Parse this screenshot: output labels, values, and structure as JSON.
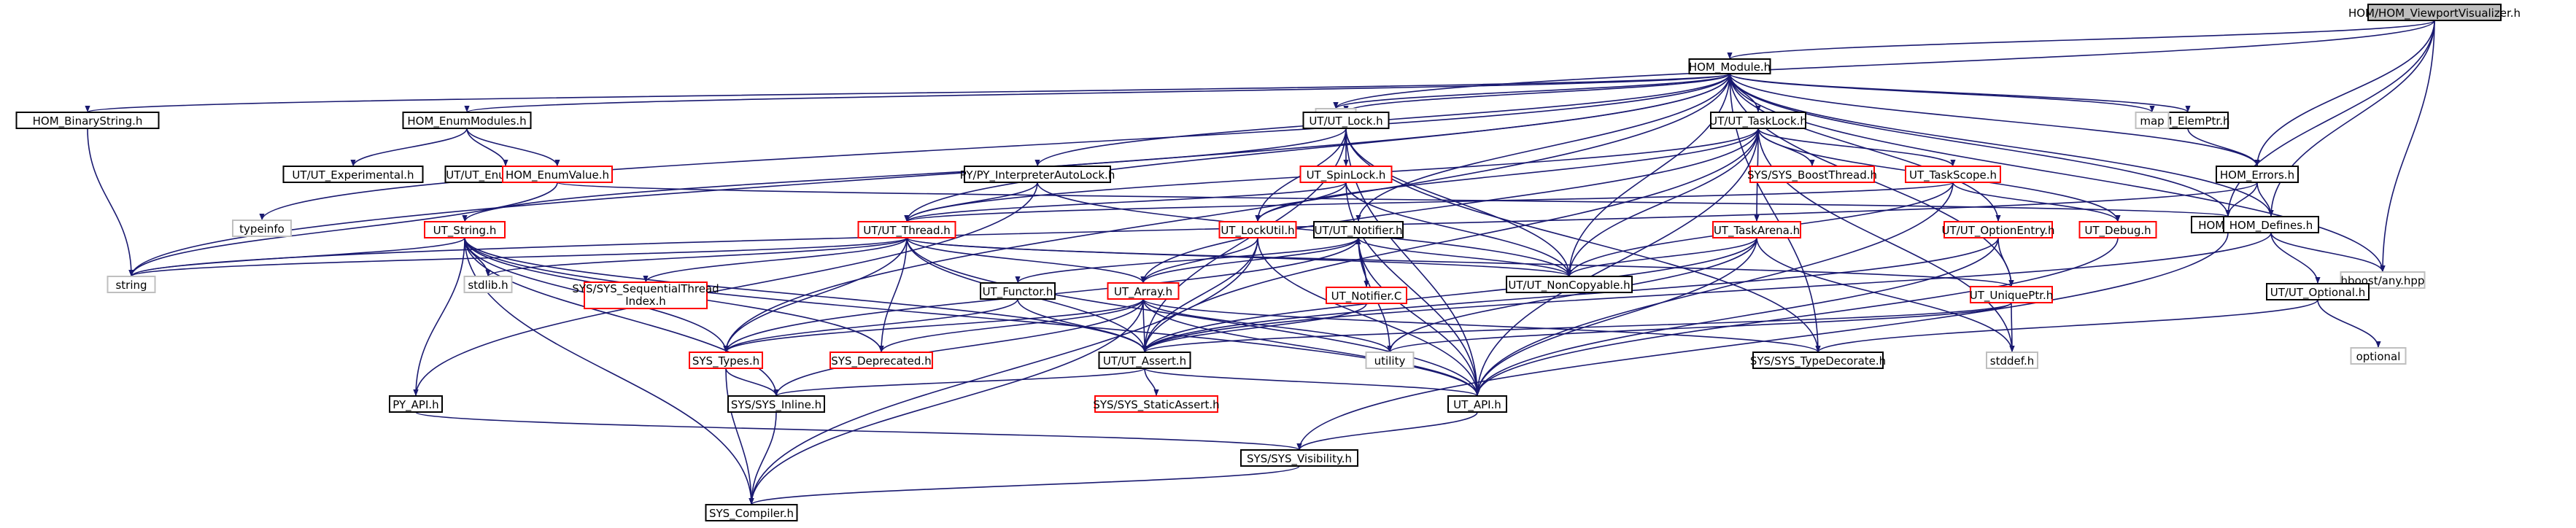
{
  "colors": {
    "edge": "#191970",
    "normal_border": "#000000",
    "normal_fill": "#ffffff",
    "highlight_border": "#000000",
    "highlight_fill": "#bfbfbf",
    "incomplete_border": "#ff0000",
    "system_border": "#bfbfbf",
    "system_text": "#8c8c8c"
  },
  "nodes": {
    "root": {
      "label": "HOM/HOM_ViewportVisualizer.h",
      "style": "highlight"
    },
    "hom_module": {
      "label": "HOM_Module.h",
      "style": "normal"
    },
    "vector": {
      "label": "vector",
      "style": "system"
    },
    "hom_api": {
      "label": "HOM_API.h",
      "style": "normal"
    },
    "hom_defines": {
      "label": "HOM_Defines.h",
      "style": "normal"
    },
    "hom_errors": {
      "label": "HOM_Errors.h",
      "style": "normal"
    },
    "hboost_any": {
      "label": "hboost/any.hpp",
      "style": "system"
    },
    "hom_binarystring": {
      "label": "HOM_BinaryString.h",
      "style": "normal"
    },
    "hom_enummodules": {
      "label": "HOM_EnumModules.h",
      "style": "normal"
    },
    "ut_experimental": {
      "label": "UT/UT_Experimental.h",
      "style": "normal"
    },
    "ut_enummacros": {
      "label": "UT/UT_EnumMacros.h",
      "style": "normal"
    },
    "hom_enumvalue": {
      "label": "HOM_EnumValue.h",
      "style": "incomplete"
    },
    "typeinfo": {
      "label": "typeinfo",
      "style": "system"
    },
    "string": {
      "label": "string",
      "style": "system"
    },
    "ut_lock": {
      "label": "UT/UT_Lock.h",
      "style": "normal"
    },
    "py_interpreterautolock": {
      "label": "PY/PY_InterpreterAutoLock.h",
      "style": "normal"
    },
    "ut_spinlock": {
      "label": "UT_SpinLock.h",
      "style": "incomplete"
    },
    "ut_tasklock": {
      "label": "UT/UT_TaskLock.h",
      "style": "normal"
    },
    "sys_boostthread": {
      "label": "SYS/SYS_BoostThread.h",
      "style": "incomplete"
    },
    "ut_taskscope": {
      "label": "UT_TaskScope.h",
      "style": "incomplete"
    },
    "hom_elemptr": {
      "label": "HOM_ElemPtr.h",
      "style": "normal"
    },
    "map": {
      "label": "map",
      "style": "system"
    },
    "ut_string": {
      "label": "UT_String.h",
      "style": "incomplete"
    },
    "ut_thread": {
      "label": "UT/UT_Thread.h",
      "style": "incomplete"
    },
    "ut_lockutil": {
      "label": "UT_LockUtil.h",
      "style": "incomplete"
    },
    "ut_notifier": {
      "label": "UT/UT_Notifier.h",
      "style": "normal"
    },
    "ut_taskarena": {
      "label": "UT_TaskArena.h",
      "style": "incomplete"
    },
    "ut_optionentry": {
      "label": "UT/UT_OptionEntry.h",
      "style": "incomplete"
    },
    "ut_debug": {
      "label": "UT_Debug.h",
      "style": "incomplete"
    },
    "stdlib": {
      "label": "stdlib.h",
      "style": "system"
    },
    "sys_sequentialthreadindex": {
      "label": "SYS/SYS_SequentialThread\nIndex.h",
      "style": "incomplete"
    },
    "ut_noncopyable": {
      "label": "UT/UT_NonCopyable.h",
      "style": "normal"
    },
    "ut_functor": {
      "label": "UT_Functor.h",
      "style": "normal"
    },
    "ut_array": {
      "label": "UT_Array.h",
      "style": "incomplete"
    },
    "ut_notifierc": {
      "label": "UT_Notifier.C",
      "style": "incomplete"
    },
    "ut_uniqueptr": {
      "label": "UT_UniquePtr.h",
      "style": "incomplete"
    },
    "ut_optional": {
      "label": "UT/UT_Optional.h",
      "style": "normal"
    },
    "sys_types": {
      "label": "SYS_Types.h",
      "style": "incomplete"
    },
    "sys_deprecated": {
      "label": "SYS_Deprecated.h",
      "style": "incomplete"
    },
    "ut_assert": {
      "label": "UT/UT_Assert.h",
      "style": "normal"
    },
    "utility": {
      "label": "utility",
      "style": "system"
    },
    "sys_typedecorate": {
      "label": "SYS/SYS_TypeDecorate.h",
      "style": "normal"
    },
    "stddef": {
      "label": "stddef.h",
      "style": "system"
    },
    "optional": {
      "label": "optional",
      "style": "system"
    },
    "py_api": {
      "label": "PY_API.h",
      "style": "normal"
    },
    "sys_inline": {
      "label": "SYS/SYS_Inline.h",
      "style": "normal"
    },
    "sys_staticassert": {
      "label": "SYS/SYS_StaticAssert.h",
      "style": "incomplete"
    },
    "ut_api": {
      "label": "UT_API.h",
      "style": "normal"
    },
    "sys_visibility": {
      "label": "SYS/SYS_Visibility.h",
      "style": "normal"
    },
    "sys_compiler": {
      "label": "SYS_Compiler.h",
      "style": "normal"
    }
  },
  "edges": [
    [
      "root",
      "hom_module"
    ],
    [
      "root",
      "vector"
    ],
    [
      "root",
      "hom_api"
    ],
    [
      "root",
      "hom_defines"
    ],
    [
      "root",
      "hom_errors"
    ],
    [
      "root",
      "hboost_any"
    ],
    [
      "hom_module",
      "hom_binarystring"
    ],
    [
      "hom_module",
      "hom_enummodules"
    ],
    [
      "hom_module",
      "ut_lock"
    ],
    [
      "hom_module",
      "py_interpreterautolock"
    ],
    [
      "hom_module",
      "ut_tasklock"
    ],
    [
      "hom_module",
      "hom_elemptr"
    ],
    [
      "hom_module",
      "map"
    ],
    [
      "hom_module",
      "vector"
    ],
    [
      "hom_module",
      "hom_errors"
    ],
    [
      "hom_module",
      "hom_api"
    ],
    [
      "hom_module",
      "hom_defines"
    ],
    [
      "hom_module",
      "string"
    ],
    [
      "hom_module",
      "typeinfo"
    ],
    [
      "hom_module",
      "ut_thread"
    ],
    [
      "hom_module",
      "ut_notifier"
    ],
    [
      "hom_module",
      "ut_noncopyable"
    ],
    [
      "hom_module",
      "ut_optionentry"
    ],
    [
      "hom_module",
      "ut_uniqueptr"
    ],
    [
      "hom_module",
      "sys_types"
    ],
    [
      "hom_module",
      "sys_typedecorate"
    ],
    [
      "hom_module",
      "hboost_any"
    ],
    [
      "hom_binarystring",
      "string"
    ],
    [
      "hom_enummodules",
      "ut_experimental"
    ],
    [
      "hom_enummodules",
      "ut_enummacros"
    ],
    [
      "hom_enummodules",
      "hom_enumvalue"
    ],
    [
      "hom_enumvalue",
      "hom_api"
    ],
    [
      "hom_enumvalue",
      "string"
    ],
    [
      "ut_lock",
      "ut_spinlock"
    ],
    [
      "ut_lock",
      "ut_lockutil"
    ],
    [
      "ut_lock",
      "ut_noncopyable"
    ],
    [
      "ut_lock",
      "ut_assert"
    ],
    [
      "ut_lock",
      "ut_api"
    ],
    [
      "ut_lock",
      "ut_string"
    ],
    [
      "ut_lock",
      "sys_typedecorate"
    ],
    [
      "py_interpreterautolock",
      "ut_thread"
    ],
    [
      "py_interpreterautolock",
      "py_api"
    ],
    [
      "py_interpreterautolock",
      "ut_noncopyable"
    ],
    [
      "ut_spinlock",
      "ut_thread"
    ],
    [
      "ut_spinlock",
      "ut_lockutil"
    ],
    [
      "ut_spinlock",
      "ut_noncopyable"
    ],
    [
      "ut_spinlock",
      "ut_api"
    ],
    [
      "ut_tasklock",
      "sys_boostthread"
    ],
    [
      "ut_tasklock",
      "ut_taskscope"
    ],
    [
      "ut_tasklock",
      "ut_taskarena"
    ],
    [
      "ut_tasklock",
      "ut_debug"
    ],
    [
      "ut_tasklock",
      "ut_lockutil"
    ],
    [
      "ut_tasklock",
      "ut_noncopyable"
    ],
    [
      "ut_tasklock",
      "ut_assert"
    ],
    [
      "ut_tasklock",
      "ut_api"
    ],
    [
      "ut_tasklock",
      "ut_array"
    ],
    [
      "ut_tasklock",
      "stddef"
    ],
    [
      "ut_tasklock",
      "ut_thread"
    ],
    [
      "ut_taskscope",
      "ut_thread"
    ],
    [
      "ut_taskscope",
      "ut_debug"
    ],
    [
      "ut_taskscope",
      "ut_noncopyable"
    ],
    [
      "ut_taskscope",
      "ut_api"
    ],
    [
      "hom_elemptr",
      "hom_errors"
    ],
    [
      "hom_errors",
      "hom_api"
    ],
    [
      "hom_errors",
      "hom_defines"
    ],
    [
      "hom_errors",
      "string"
    ],
    [
      "hom_defines",
      "hboost_any"
    ],
    [
      "hom_defines",
      "ut_optional"
    ],
    [
      "hom_defines",
      "ut_assert"
    ],
    [
      "ut_string",
      "string"
    ],
    [
      "ut_string",
      "stdlib"
    ],
    [
      "ut_string",
      "sys_types"
    ],
    [
      "ut_string",
      "sys_inline"
    ],
    [
      "ut_string",
      "sys_compiler"
    ],
    [
      "ut_string",
      "sys_deprecated"
    ],
    [
      "ut_string",
      "ut_assert"
    ],
    [
      "ut_string",
      "ut_api"
    ],
    [
      "ut_string",
      "py_api"
    ],
    [
      "ut_thread",
      "stdlib"
    ],
    [
      "ut_thread",
      "sys_sequentialthreadindex"
    ],
    [
      "ut_thread",
      "ut_array"
    ],
    [
      "ut_thread",
      "sys_types"
    ],
    [
      "ut_thread",
      "sys_deprecated"
    ],
    [
      "ut_thread",
      "ut_assert"
    ],
    [
      "ut_thread",
      "ut_api"
    ],
    [
      "ut_thread",
      "ut_noncopyable"
    ],
    [
      "ut_thread",
      "ut_uniqueptr"
    ],
    [
      "ut_thread",
      "string"
    ],
    [
      "ut_lockutil",
      "ut_array"
    ],
    [
      "ut_lockutil",
      "ut_assert"
    ],
    [
      "ut_lockutil",
      "ut_api"
    ],
    [
      "ut_lockutil",
      "sys_compiler"
    ],
    [
      "ut_notifier",
      "ut_functor"
    ],
    [
      "ut_notifier",
      "ut_array"
    ],
    [
      "ut_notifier",
      "ut_notifierc"
    ],
    [
      "ut_notifier",
      "ut_noncopyable"
    ],
    [
      "ut_notifier",
      "ut_api"
    ],
    [
      "ut_notifier",
      "utility"
    ],
    [
      "ut_notifier",
      "sys_types"
    ],
    [
      "ut_notifierc",
      "ut_notifier"
    ],
    [
      "ut_notifierc",
      "ut_assert"
    ],
    [
      "ut_taskarena",
      "ut_noncopyable"
    ],
    [
      "ut_taskarena",
      "ut_assert"
    ],
    [
      "ut_taskarena",
      "ut_api"
    ],
    [
      "ut_taskarena",
      "utility"
    ],
    [
      "ut_taskarena",
      "stddef"
    ],
    [
      "ut_optionentry",
      "ut_uniqueptr"
    ],
    [
      "ut_optionentry",
      "ut_api"
    ],
    [
      "ut_optionentry",
      "ut_assert"
    ],
    [
      "ut_debug",
      "ut_api"
    ],
    [
      "ut_uniqueptr",
      "stddef"
    ],
    [
      "ut_uniqueptr",
      "utility"
    ],
    [
      "ut_uniqueptr",
      "ut_assert"
    ],
    [
      "ut_optional",
      "optional"
    ],
    [
      "ut_optional",
      "sys_typedecorate"
    ],
    [
      "ut_functor",
      "sys_types"
    ],
    [
      "ut_functor",
      "ut_assert"
    ],
    [
      "ut_array",
      "sys_types"
    ],
    [
      "ut_array",
      "sys_deprecated"
    ],
    [
      "ut_array",
      "ut_assert"
    ],
    [
      "ut_array",
      "utility"
    ],
    [
      "ut_array",
      "sys_inline"
    ],
    [
      "ut_array",
      "ut_api"
    ],
    [
      "ut_array",
      "sys_compiler"
    ],
    [
      "ut_array",
      "sys_typedecorate"
    ],
    [
      "ut_assert",
      "sys_staticassert"
    ],
    [
      "ut_assert",
      "sys_inline"
    ],
    [
      "ut_assert",
      "ut_api"
    ],
    [
      "sys_types",
      "sys_inline"
    ],
    [
      "sys_types",
      "sys_compiler"
    ],
    [
      "sys_inline",
      "sys_compiler"
    ],
    [
      "py_api",
      "sys_visibility"
    ],
    [
      "ut_api",
      "sys_visibility"
    ],
    [
      "hom_api",
      "sys_visibility"
    ],
    [
      "sys_visibility",
      "sys_compiler"
    ]
  ]
}
